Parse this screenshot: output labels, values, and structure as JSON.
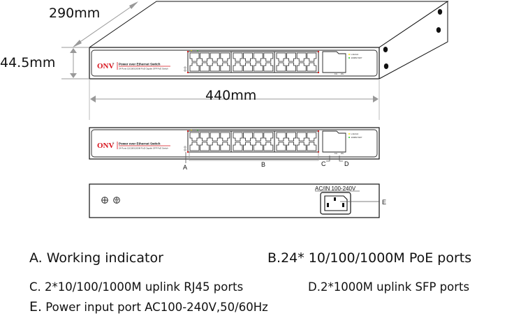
{
  "dimensions": {
    "depth": "290mm",
    "height": "44.5mm",
    "width": "440mm"
  },
  "device": {
    "brand": "ONV",
    "brand_mark": "®",
    "product_line": "Power over Ethernet Switch",
    "product_subline": "24 Ports 10/100/1000M PoE Gigabit SFP PoE Switch",
    "led_labels": [
      "Link/Act",
      "1000M SFP"
    ],
    "led_colors": [
      "#f2e600",
      "#22cc22"
    ],
    "poe_port_count": 24,
    "uplink_labels": [
      "1G",
      "2G"
    ],
    "power_label": "AC/IN  100-240V"
  },
  "callouts": {
    "A": "A",
    "B": "B",
    "C": "C",
    "D": "D",
    "E": "E"
  },
  "legend": {
    "a": "A.  Working indicator",
    "b": "B.24* 10/100/1000M PoE ports",
    "c": "C. 2*10/100/1000M uplink RJ45 ports",
    "d": "D.2*1000M uplink SFP ports",
    "e_letter": "E.",
    "e_text": " Power input port AC100-240V,50/60Hz"
  }
}
